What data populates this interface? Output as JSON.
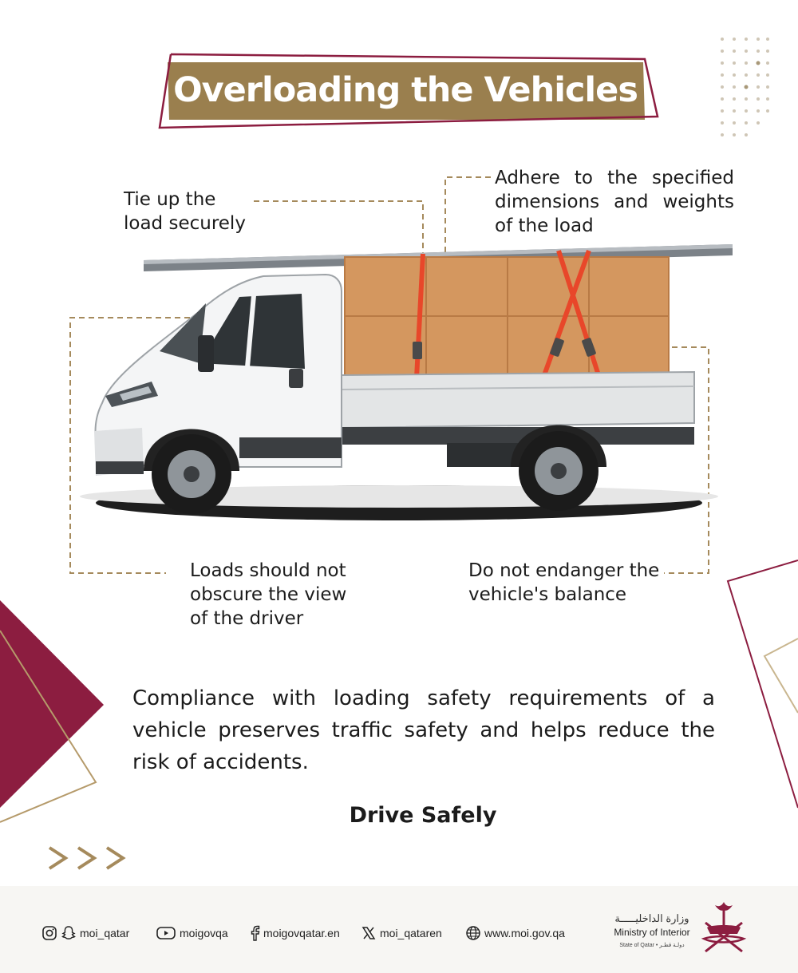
{
  "title": "Overloading the Vehicles",
  "callouts": {
    "tie_up": [
      "Tie up the",
      "load securely"
    ],
    "adhere": [
      "Adhere to the specified",
      "dimensions and weights",
      "of the load"
    ],
    "obscure": [
      "Loads should not",
      "obscure the view",
      "of the driver"
    ],
    "balance": [
      "Do not endanger the",
      "vehicle's balance"
    ]
  },
  "message": "Compliance with loading safety requirements of a vehicle preserves traffic safety and helps reduce the risk of accidents.",
  "slogan": "Drive Safely",
  "footer": {
    "social": [
      {
        "icon": "instagram-snapchat-icon",
        "handle": "moi_qatar"
      },
      {
        "icon": "youtube-icon",
        "handle": "moigovqa"
      },
      {
        "icon": "facebook-icon",
        "handle": "moigovqatar.en"
      },
      {
        "icon": "x-icon",
        "handle": "moi_qataren"
      },
      {
        "icon": "globe-icon",
        "handle": "www.moi.gov.qa"
      }
    ],
    "logo": {
      "arabic": "وزارة الداخليـــــة",
      "english": "Ministry of Interior",
      "sub": "State of Qatar • دولـة قطـر"
    }
  },
  "colors": {
    "gold": "#9a7f4e",
    "maroon": "#8c1d40",
    "dash": "#a58a5c",
    "strap": "#e8472a",
    "box": "#d4975f"
  }
}
